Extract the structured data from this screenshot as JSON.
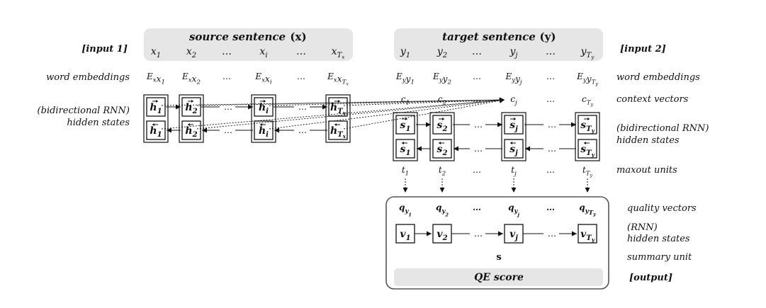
{
  "source": {
    "title": "source sentence",
    "title_var": "(x)",
    "tokens": [
      "x1",
      "x2",
      "…",
      "xi",
      "…",
      "xTx"
    ],
    "embeddings": [
      "Exx1",
      "Exx2",
      "…",
      "Exxi",
      "…",
      "ExxTx"
    ],
    "hidden_fwd": [
      "h1",
      "h2",
      "hi",
      "hTx"
    ],
    "hidden_bwd": [
      "h1",
      "h2",
      "hi",
      "hTx"
    ]
  },
  "target": {
    "title": "target sentence",
    "title_var": "(y)",
    "tokens": [
      "y1",
      "y2",
      "…",
      "yj",
      "…",
      "yTy"
    ],
    "embeddings": [
      "Eyy1",
      "Eyy2",
      "…",
      "Eyyj",
      "…",
      "EyyTy"
    ],
    "context": [
      "c1",
      "c2",
      "…",
      "cj",
      "…",
      "cTy"
    ],
    "hidden_fwd": [
      "s1",
      "s2",
      "sj",
      "sTy"
    ],
    "hidden_bwd": [
      "s1",
      "s2",
      "sj",
      "sTy"
    ],
    "maxout": [
      "t1",
      "t2",
      "…",
      "tj",
      "…",
      "tTy"
    ],
    "quality": [
      "qy1",
      "qy2",
      "…",
      "qyj",
      "…",
      "qyTy"
    ],
    "rnn": [
      "v1",
      "v2",
      "vj",
      "vTy"
    ],
    "summary": "s",
    "qe_score": "QE score"
  },
  "labels": {
    "input1": "[input 1]",
    "input2": "[input 2]",
    "output": "[output]",
    "word_embeddings_left": "word embeddings",
    "word_embeddings_right": "word embeddings",
    "bidir_left_1": "(bidirectional RNN)",
    "bidir_left_2": "hidden states",
    "context_vectors": "context vectors",
    "bidir_right_1": "(bidirectional RNN)",
    "bidir_right_2": "hidden states",
    "maxout_units": "maxout units",
    "quality_vectors": "quality vectors",
    "rnn_1": "(RNN)",
    "rnn_2": "hidden states",
    "summary_unit": "summary unit"
  }
}
